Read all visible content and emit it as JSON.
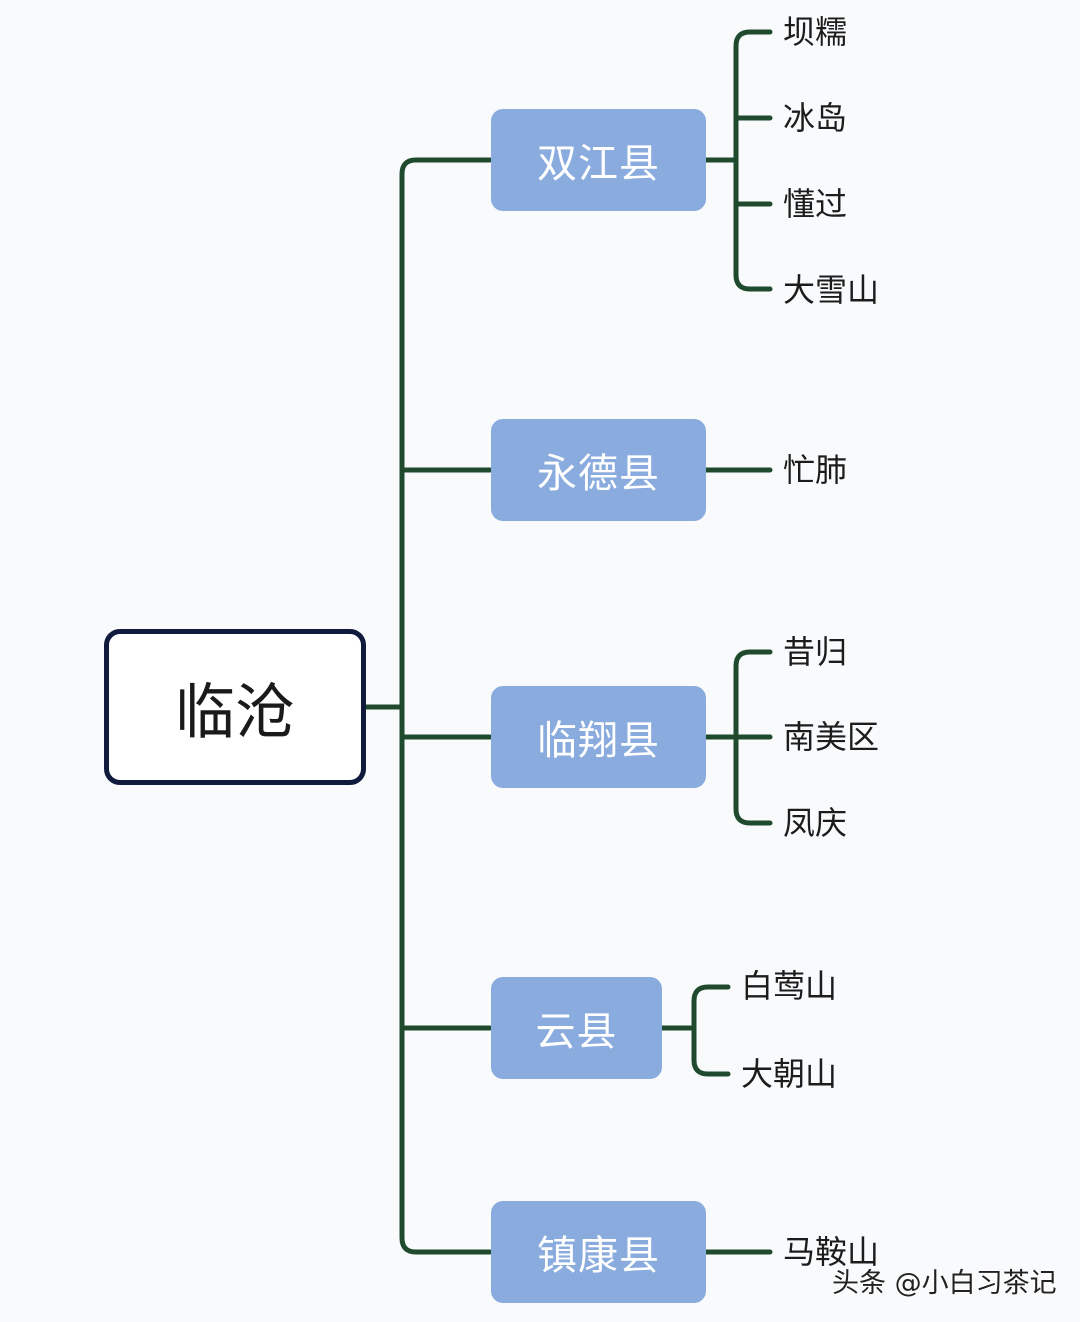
{
  "root": {
    "label": "临沧"
  },
  "counties": [
    {
      "label": "双江县",
      "children": [
        "坝糯",
        "冰岛",
        "懂过",
        "大雪山"
      ]
    },
    {
      "label": "永德县",
      "children": [
        "忙肺"
      ]
    },
    {
      "label": "临翔县",
      "children": [
        "昔归",
        "南美区",
        "凤庆"
      ]
    },
    {
      "label": "云县",
      "children": [
        "白莺山",
        "大朝山"
      ]
    },
    {
      "label": "镇康县",
      "children": [
        "马鞍山"
      ]
    }
  ],
  "watermark": "头条 @小白习茶记",
  "colors": {
    "connector": "#1f4a2e",
    "county_fill": "#8aabdd",
    "root_border": "#101a3c",
    "background": "#f8fafc"
  }
}
